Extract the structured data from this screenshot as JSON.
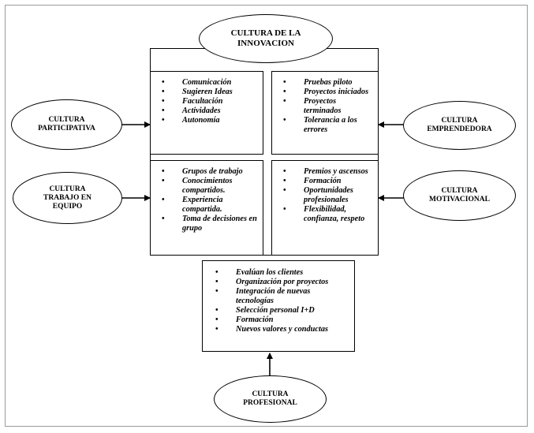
{
  "nodes": {
    "innovacion": {
      "lines": [
        "CULTURA DE LA",
        "INNOVACION"
      ]
    },
    "participativa": {
      "lines": [
        "CULTURA",
        "PARTICIPATIVA"
      ]
    },
    "emprendedora": {
      "lines": [
        "CULTURA",
        "EMPRENDEDORA"
      ]
    },
    "equipo": {
      "lines": [
        "CULTURA",
        "TRABAJO EN",
        "EQUIPO"
      ]
    },
    "motivacional": {
      "lines": [
        "CULTURA",
        "MOTIVACIONAL"
      ]
    },
    "profesional": {
      "lines": [
        "CULTURA",
        "PROFESIONAL"
      ]
    }
  },
  "boxes": {
    "participativa": [
      "Comunicación",
      "Sugieren Ideas",
      "Facultación",
      "Actividades",
      "Autonomía"
    ],
    "emprendedora": [
      "Pruebas piloto",
      "Proyectos iniciados",
      "Proyectos terminados",
      "Tolerancia a los errores"
    ],
    "equipo": [
      "Grupos de trabajo",
      "Conocimientos compartidos.",
      "Experiencia compartida.",
      "Toma de decisiones en grupo"
    ],
    "motivacional": [
      "Premios y ascensos",
      "Formación",
      "Oportunidades profesionales",
      "Flexibilidad, confianza, respeto"
    ],
    "profesional": [
      "Evalúan los clientes",
      "Organización por proyectos",
      "Integración de nuevas tecnologías",
      "Selección personal I+D",
      "Formación",
      "Nuevos valores y conductas"
    ]
  }
}
